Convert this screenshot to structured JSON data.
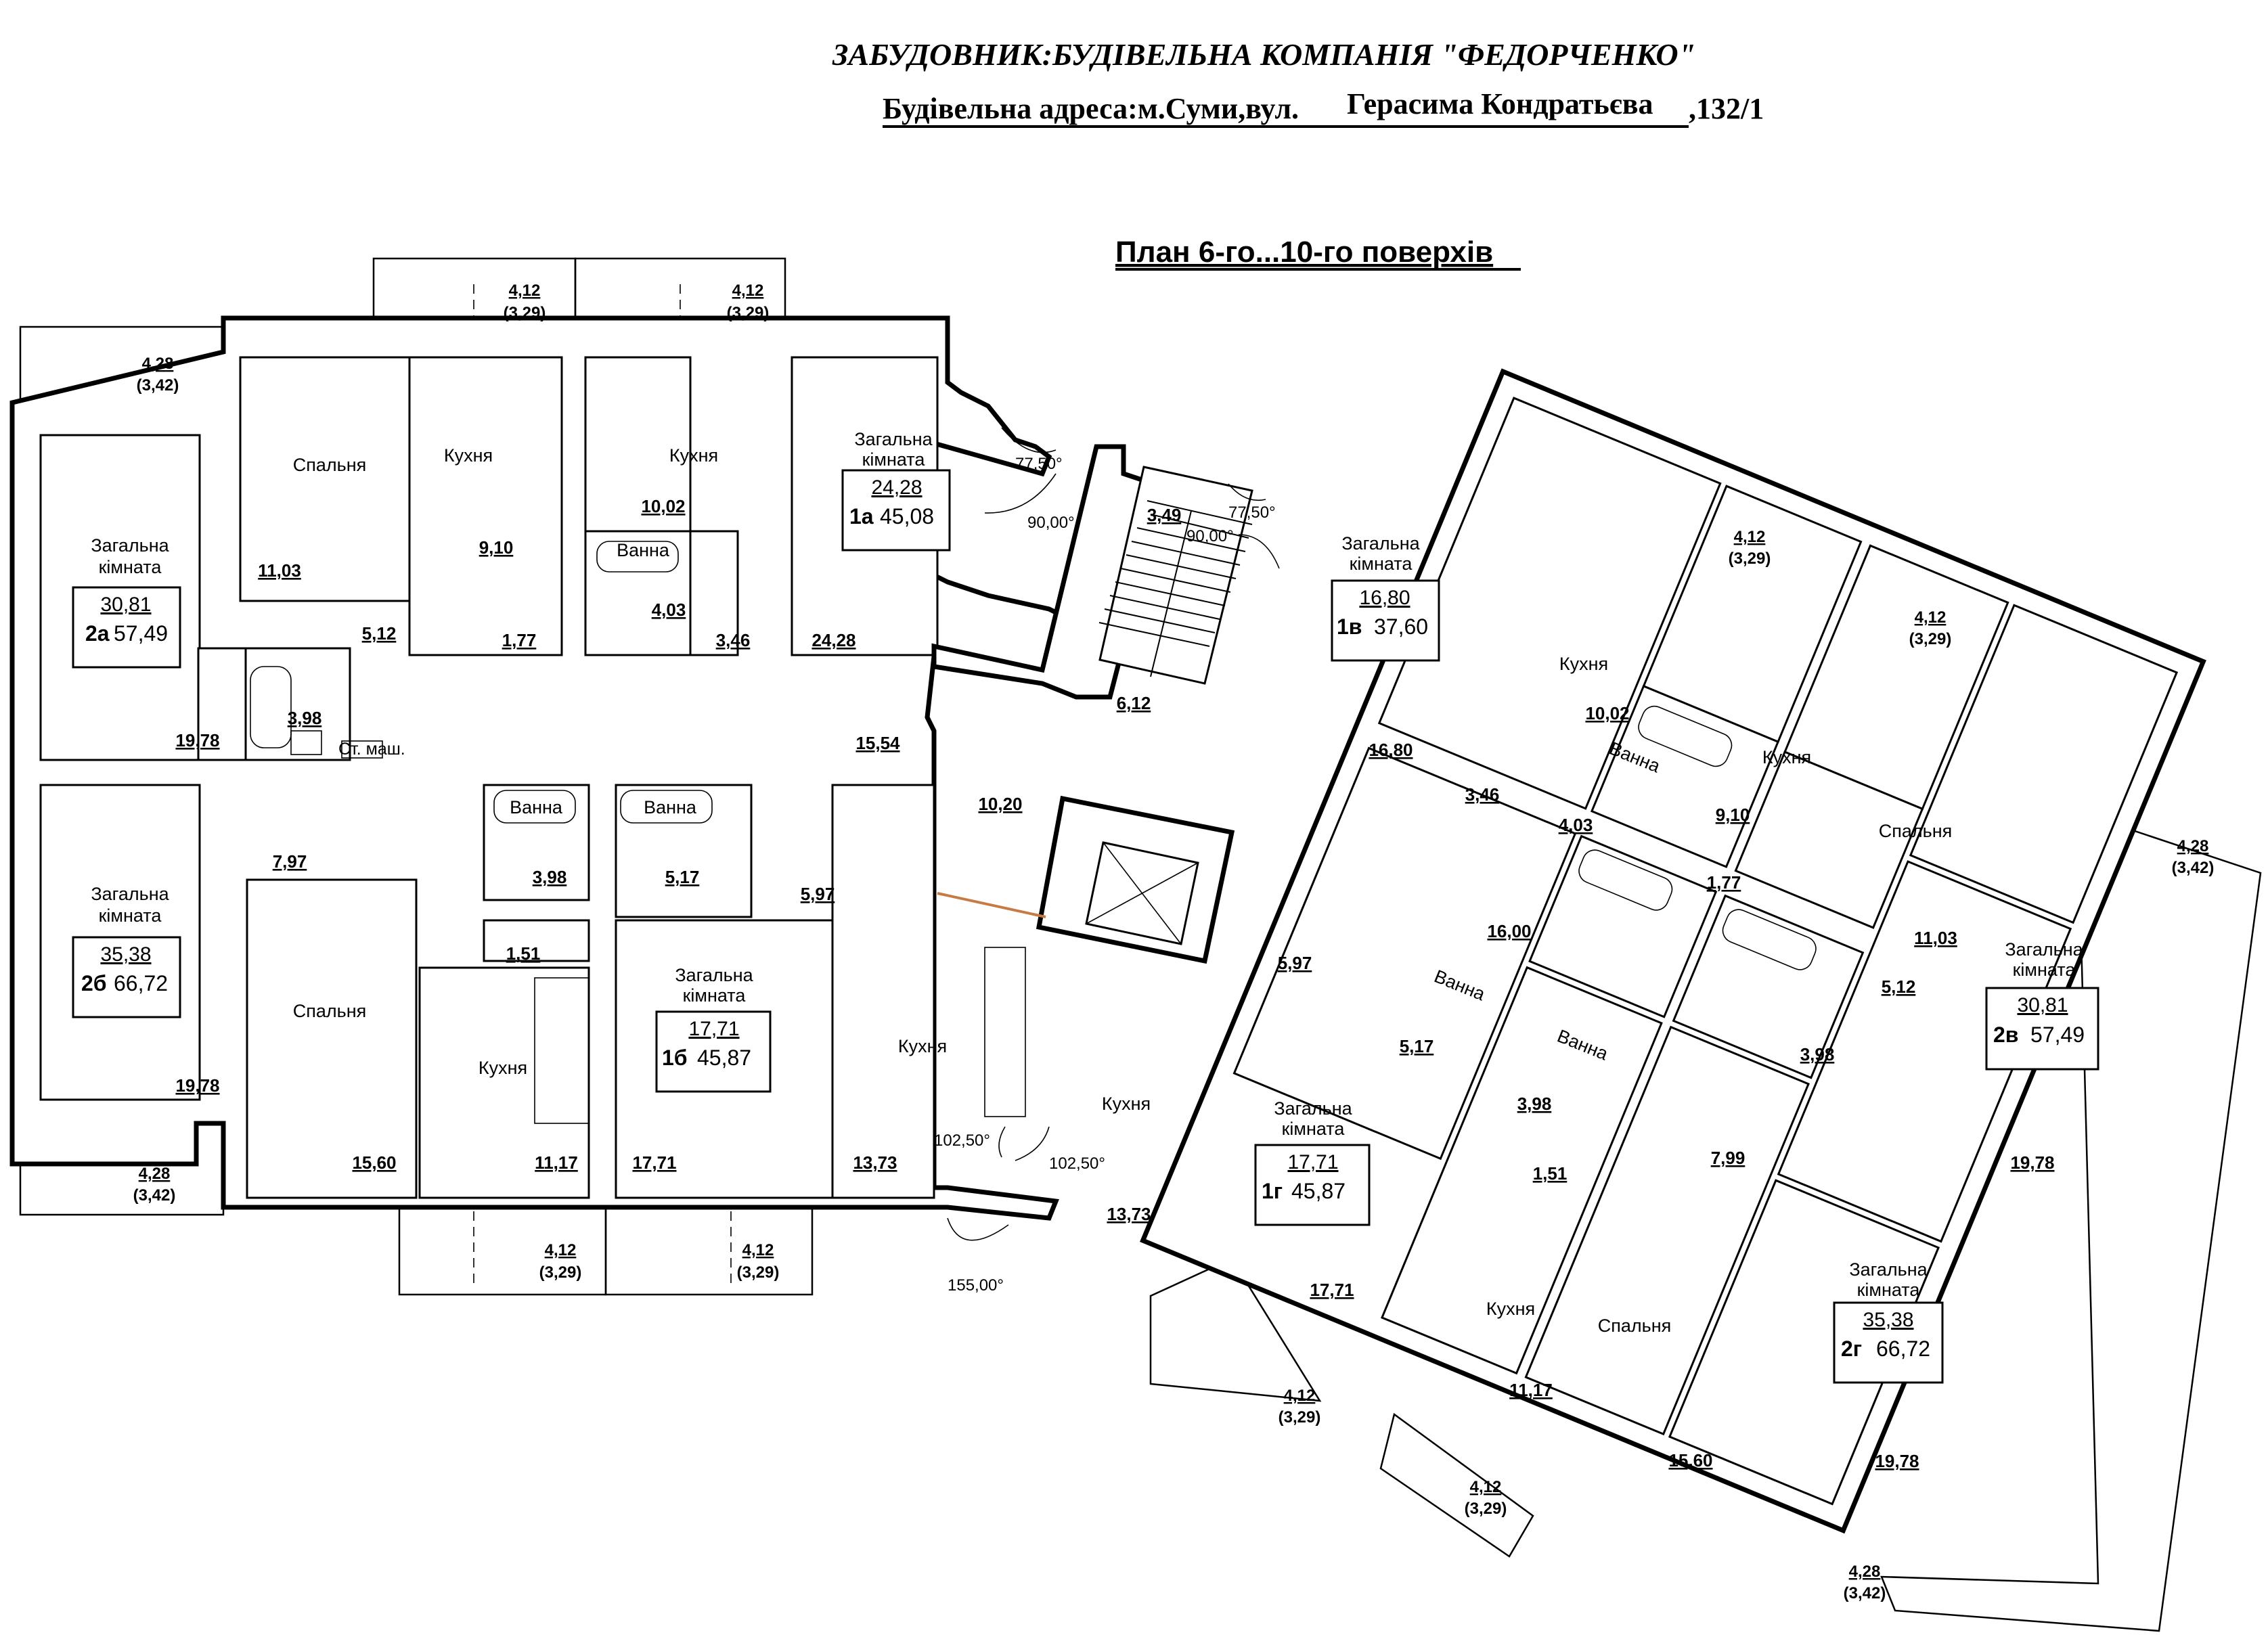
{
  "header": {
    "developer": "ЗАБУДОВНИК:БУДІВЕЛЬНА КОМПАНІЯ \"ФЕДОРЧЕНКО\"",
    "address_label": "Будівельна адреса:м.Суми,вул.",
    "address_street": "Герасима Кондратьєва",
    "address_number": ",132/1"
  },
  "plan_title": "План 6-го...10-го поверхів",
  "room_names": {
    "living": [
      "Загальна",
      "кімната"
    ],
    "bedroom": "Спальня",
    "kitchen": "Кухня",
    "bath": "Ванна",
    "washer": "Ст. маш."
  },
  "apartments": [
    {
      "id": "2а",
      "living": "30,81",
      "total": "57,49"
    },
    {
      "id": "1а",
      "living": "24,28",
      "total": "45,08"
    },
    {
      "id": "2б",
      "living": "35,38",
      "total": "66,72"
    },
    {
      "id": "1б",
      "living": "17,71",
      "total": "45,87"
    },
    {
      "id": "1в",
      "living": "16,80",
      "total": "37,60"
    },
    {
      "id": "2в",
      "living": "30,81",
      "total": "57,49"
    },
    {
      "id": "1г",
      "living": "17,71",
      "total": "45,87"
    },
    {
      "id": "2г",
      "living": "35,38",
      "total": "66,72"
    }
  ],
  "balconies": [
    {
      "area": "4,28",
      "reduced": "(3,42)"
    },
    {
      "area": "4,12",
      "reduced": "(3,29)"
    },
    {
      "area": "4,12",
      "reduced": "(3,29)"
    },
    {
      "area": "4,12",
      "reduced": "(3,29)"
    },
    {
      "area": "4,12",
      "reduced": "(3,29)"
    },
    {
      "area": "4,28",
      "reduced": "(3,42)"
    },
    {
      "area": "4,12",
      "reduced": "(3,29)"
    },
    {
      "area": "4,12",
      "reduced": "(3,29)"
    },
    {
      "area": "4,12",
      "reduced": "(3,29)"
    },
    {
      "area": "4,12",
      "reduced": "(3,29)"
    },
    {
      "area": "4,28",
      "reduced": "(3,42)"
    },
    {
      "area": "4,28",
      "reduced": "(3,42)"
    }
  ],
  "room_areas": [
    "11,03",
    "9,10",
    "10,02",
    "4,03",
    "5,12",
    "1,77",
    "3,46",
    "24,28",
    "3,98",
    "19,78",
    "3,49",
    "6,12",
    "15,54",
    "10,20",
    "16,80",
    "10,02",
    "3,46",
    "4,03",
    "9,10",
    "1,77",
    "11,03",
    "5,12",
    "3,98",
    "19,78",
    "16,00",
    "7,97",
    "3,98",
    "5,17",
    "5,97",
    "1,51",
    "19,78",
    "15,60",
    "11,17",
    "17,71",
    "13,73",
    "13,73",
    "5,97",
    "5,17",
    "3,98",
    "1,51",
    "7,99",
    "17,71",
    "11,17",
    "15,60",
    "19,78"
  ],
  "angles": [
    "77,50°",
    "90,00°",
    "77,50°",
    "90,00°",
    "102,50°",
    "102,50°",
    "155,00°"
  ]
}
